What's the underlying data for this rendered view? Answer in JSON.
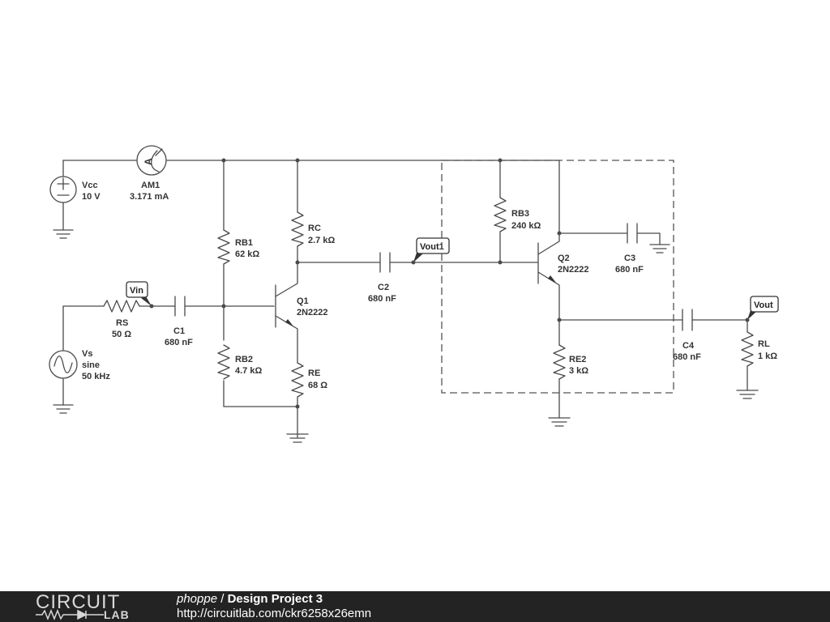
{
  "components": {
    "vcc": {
      "name": "Vcc",
      "value": "10 V"
    },
    "am1": {
      "name": "AM1",
      "value": "3.171 mA"
    },
    "rb1": {
      "name": "RB1",
      "value": "62 kΩ"
    },
    "rb2": {
      "name": "RB2",
      "value": "4.7 kΩ"
    },
    "rc": {
      "name": "RC",
      "value": "2.7 kΩ"
    },
    "re": {
      "name": "RE",
      "value": "68 Ω"
    },
    "q1": {
      "name": "Q1",
      "value": "2N2222"
    },
    "c1": {
      "name": "C1",
      "value": "680 nF"
    },
    "c2": {
      "name": "C2",
      "value": "680 nF"
    },
    "rs": {
      "name": "RS",
      "value": "50 Ω"
    },
    "vs": {
      "name": "Vs",
      "type": "sine",
      "value": "50 kHz"
    },
    "rb3": {
      "name": "RB3",
      "value": "240 kΩ"
    },
    "q2": {
      "name": "Q2",
      "value": "2N2222"
    },
    "c3": {
      "name": "C3",
      "value": "680 nF"
    },
    "re2": {
      "name": "RE2",
      "value": "3 kΩ"
    },
    "c4": {
      "name": "C4",
      "value": "680 nF"
    },
    "rl": {
      "name": "RL",
      "value": "1 kΩ"
    }
  },
  "probes": {
    "vin": "Vin",
    "vout1": "Vout1",
    "vout": "Vout"
  },
  "footer": {
    "logo_top": "CIRCUIT",
    "logo_bottom": "LAB",
    "owner": "phoppe",
    "separator": " / ",
    "project": "Design Project 3",
    "url": "http://circuitlab.com/ckr6258x26emn"
  }
}
